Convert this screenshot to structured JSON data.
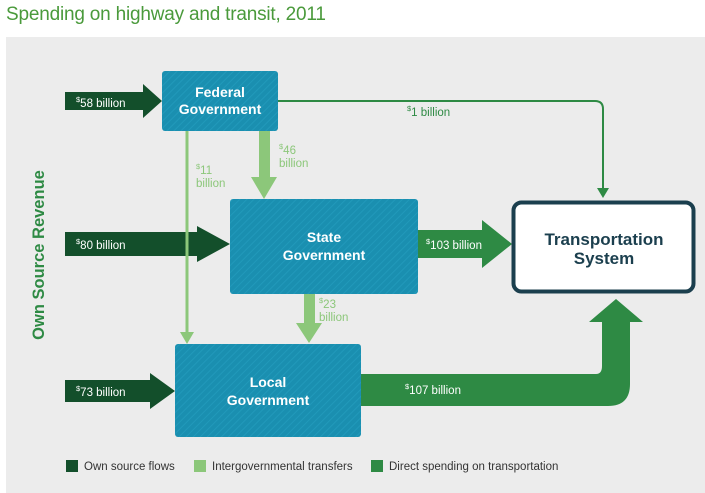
{
  "title": "Spending on highway and transit, 2011",
  "side_label": "Own Source Revenue",
  "currency_symbol": "$",
  "nodes": {
    "federal": {
      "line1": "Federal",
      "line2": "Government"
    },
    "state": {
      "line1": "State",
      "line2": "Government"
    },
    "local": {
      "line1": "Local",
      "line2": "Government"
    },
    "transport": {
      "line1": "Transportation",
      "line2": "System"
    }
  },
  "flows": {
    "own_federal": {
      "amount": "58 billion"
    },
    "own_state": {
      "amount": "80 billion"
    },
    "own_local": {
      "amount": "73 billion"
    },
    "federal_transport": {
      "amount": "1 billion"
    },
    "federal_state": {
      "amount": "46",
      "unit": "billion"
    },
    "federal_local": {
      "amount": "11",
      "unit": "billion"
    },
    "state_local": {
      "amount": "23",
      "unit": "billion"
    },
    "state_transport": {
      "amount": "103 billion"
    },
    "local_transport": {
      "amount": "107 billion"
    }
  },
  "legend": [
    {
      "label": "Own source flows",
      "color": "#134f2b"
    },
    {
      "label": "Intergovernmental transfers",
      "color": "#8cc77a"
    },
    {
      "label": "Direct spending on transportation",
      "color": "#2e8a44"
    }
  ],
  "colors": {
    "own_source": "#134f2b",
    "intergovernmental": "#8cc77a",
    "direct": "#2e8a44",
    "gov_box": "#1a8fb0",
    "transport_border": "#1b3f4e",
    "title": "#4a9a3b"
  }
}
